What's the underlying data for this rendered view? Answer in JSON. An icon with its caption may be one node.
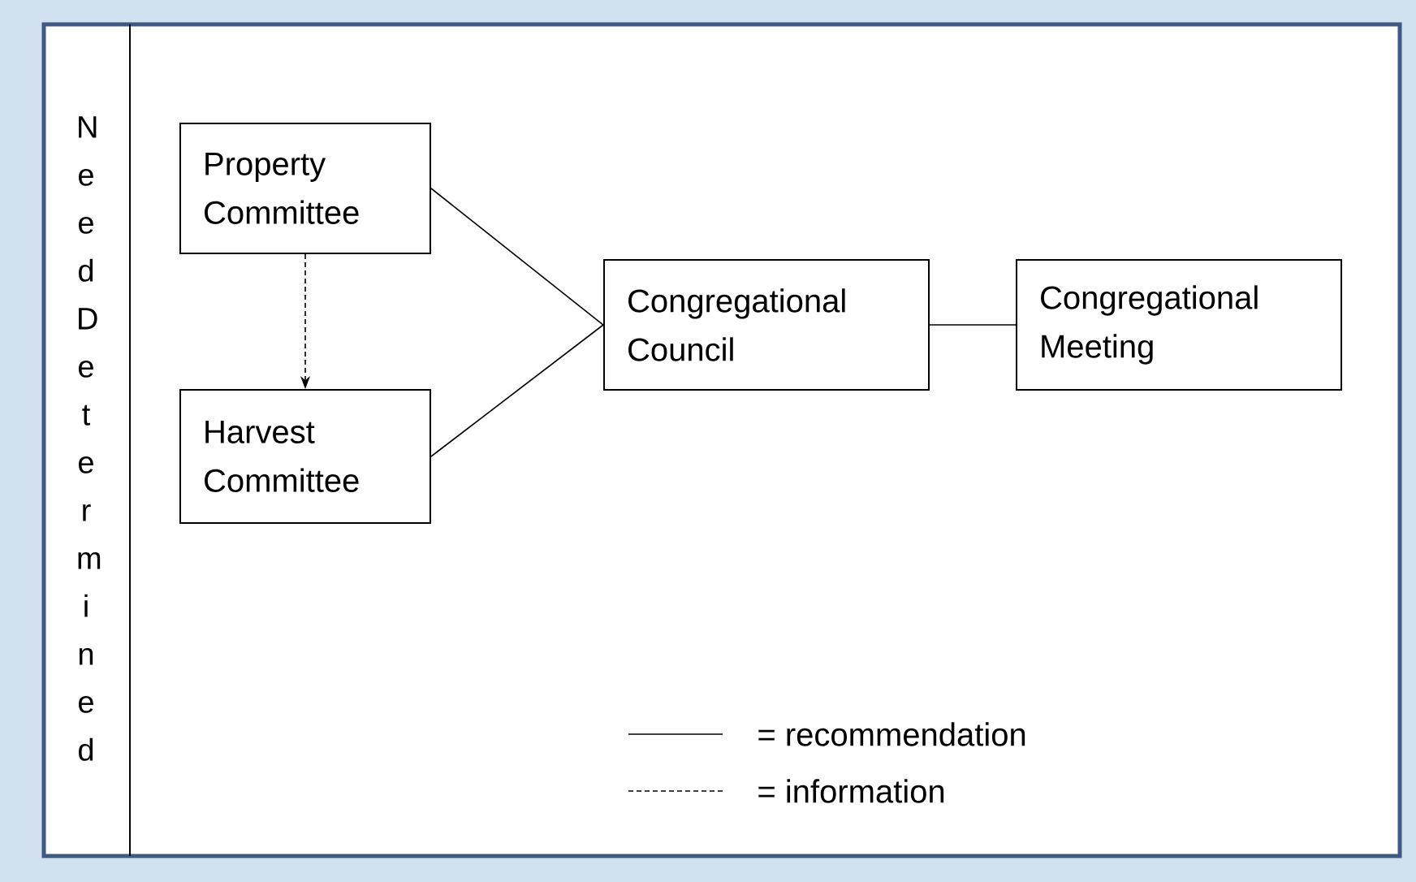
{
  "diagram": {
    "nodes": [
      {
        "text": [
          "Need Determined"
        ]
      },
      {
        "text": [
          "Property Committee"
        ]
      },
      {
        "text": [
          "Harvest Committee"
        ]
      },
      {
        "text": [
          "Congregational Council"
        ]
      },
      {
        "text": [
          "Congregational Meeting"
        ]
      }
    ],
    "edges": [
      {
        "from": 1,
        "to": 3,
        "arrow": "none"
      },
      {
        "from": 2,
        "to": 3,
        "arrow": "none"
      },
      {
        "from": 3,
        "to": 4,
        "arrow": "none"
      },
      {
        "from": 1,
        "to": 2,
        "arrow": "to",
        "style": "dashed"
      }
    ],
    "legend": [
      {
        "text": "= recommendation"
      },
      {
        "text": "= information"
      }
    ]
  }
}
